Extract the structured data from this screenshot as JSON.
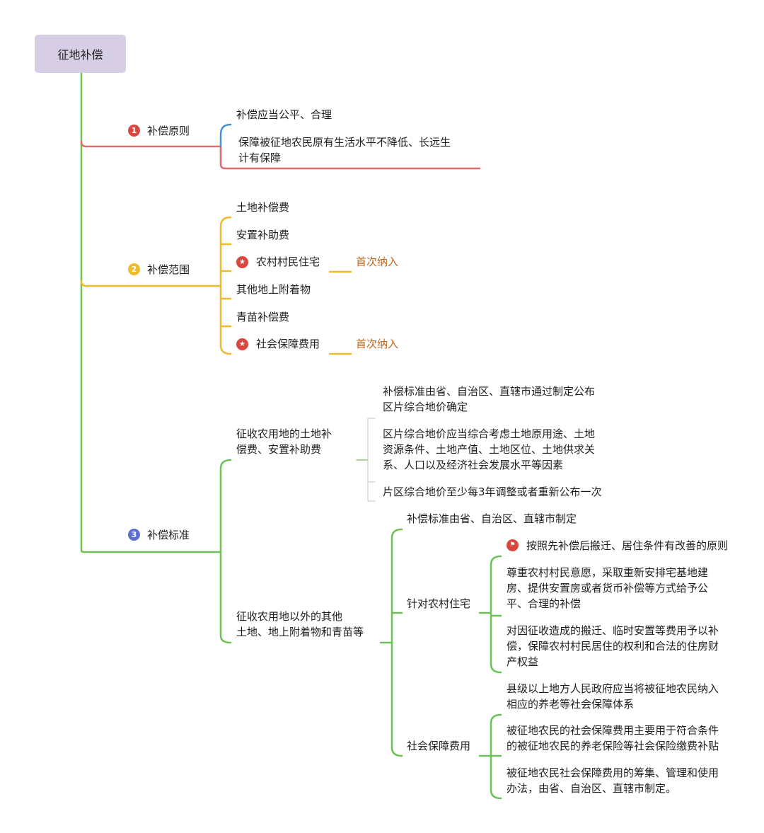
{
  "root": {
    "title": "征地补偿"
  },
  "colors": {
    "root_bg": "#d7cde4",
    "branch1": "#e46b6b",
    "branch2": "#f0bb2a",
    "branch3": "#6cc254",
    "blue": "#4b8fd1",
    "badge1": "#d9473f",
    "badge2": "#f0bb2a",
    "badge3": "#5f6fd0",
    "highlight": "#c0651a"
  },
  "principle": {
    "badge": "1",
    "label": "补偿原则",
    "items": [
      "补偿应当公平、合理",
      "保障被征地农民原有生活水平不降低、长远生",
      "计有保障"
    ]
  },
  "scope": {
    "badge": "2",
    "label": "补偿范围",
    "items": [
      "土地补偿费",
      "安置补助费",
      "农村村民住宅",
      "其他地上附着物",
      "青苗补偿费",
      "社会保障费用"
    ],
    "tag_a": "首次纳入",
    "tag_b": "首次纳入"
  },
  "standard": {
    "badge": "3",
    "label": "补偿标准",
    "farm": {
      "label_l1": "征收农用地的土地补",
      "label_l2": "偿费、安置补助费",
      "items": [
        "补偿标准由省、自治区、直辖市通过制定公布",
        "区片综合地价确定",
        "区片综合地价应当综合考虑土地原用途、土地",
        "资源条件、土地产值、土地区位、土地供求关",
        "系、人口以及经济社会发展水平等因素",
        "片区综合地价至少每3年调整或者重新公布一次"
      ]
    },
    "other": {
      "label_l1": "征收农用地以外的其他",
      "label_l2": "土地、地上附着物和青苗等",
      "standard_item": "补偿标准由省、自治区、直辖市制定",
      "housing": {
        "label": "针对农村住宅",
        "items": [
          "按照先补偿后搬迁、居住条件有改善的原则",
          "尊重农村村民意愿，采取重新安排宅基地建",
          "房、提供安置房或者货币补偿等方式给予公",
          "平、合理的补偿",
          "对因征收造成的搬迁、临时安置等费用予以补",
          "偿，保障农村村民居住的权利和合法的住房财",
          "产权益"
        ]
      },
      "social": {
        "label": "社会保障费用",
        "items": [
          "县级以上地方人民政府应当将被征地农民纳入",
          "相应的养老等社会保障体系",
          "被征地农民的社会保障费用主要用于符合条件",
          "的被征地农民的养老保险等社会保险缴费补贴",
          "被征地农民社会保障费用的筹集、管理和使用",
          "办法，由省、自治区、直辖市制定。"
        ]
      }
    }
  }
}
